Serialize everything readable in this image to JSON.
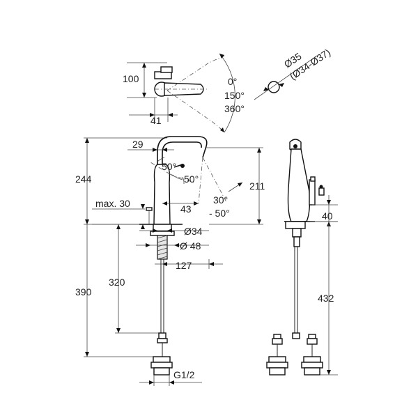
{
  "dimensions": {
    "top_height": "100",
    "top_width": "41",
    "rotation_0": "0°",
    "rotation_150": "150°",
    "rotation_360": "360°",
    "hole_diameter": "Ø35",
    "hole_range": "(Ø34-Ø37)",
    "height_244": "244",
    "dim_29": "29",
    "angle_50_upper": "50°",
    "angle_50_lower": "50°",
    "dim_211": "211",
    "angle_30": "30°",
    "angle_neg50": "- 50°",
    "max_30": "max. 30",
    "dim_43": "43",
    "dia_34": "Ø34",
    "dia_48": "Ø 48",
    "dim_127": "127",
    "dim_320": "320",
    "dim_390": "390",
    "dim_40": "40",
    "dim_432": "432",
    "thread": "G1/2"
  }
}
